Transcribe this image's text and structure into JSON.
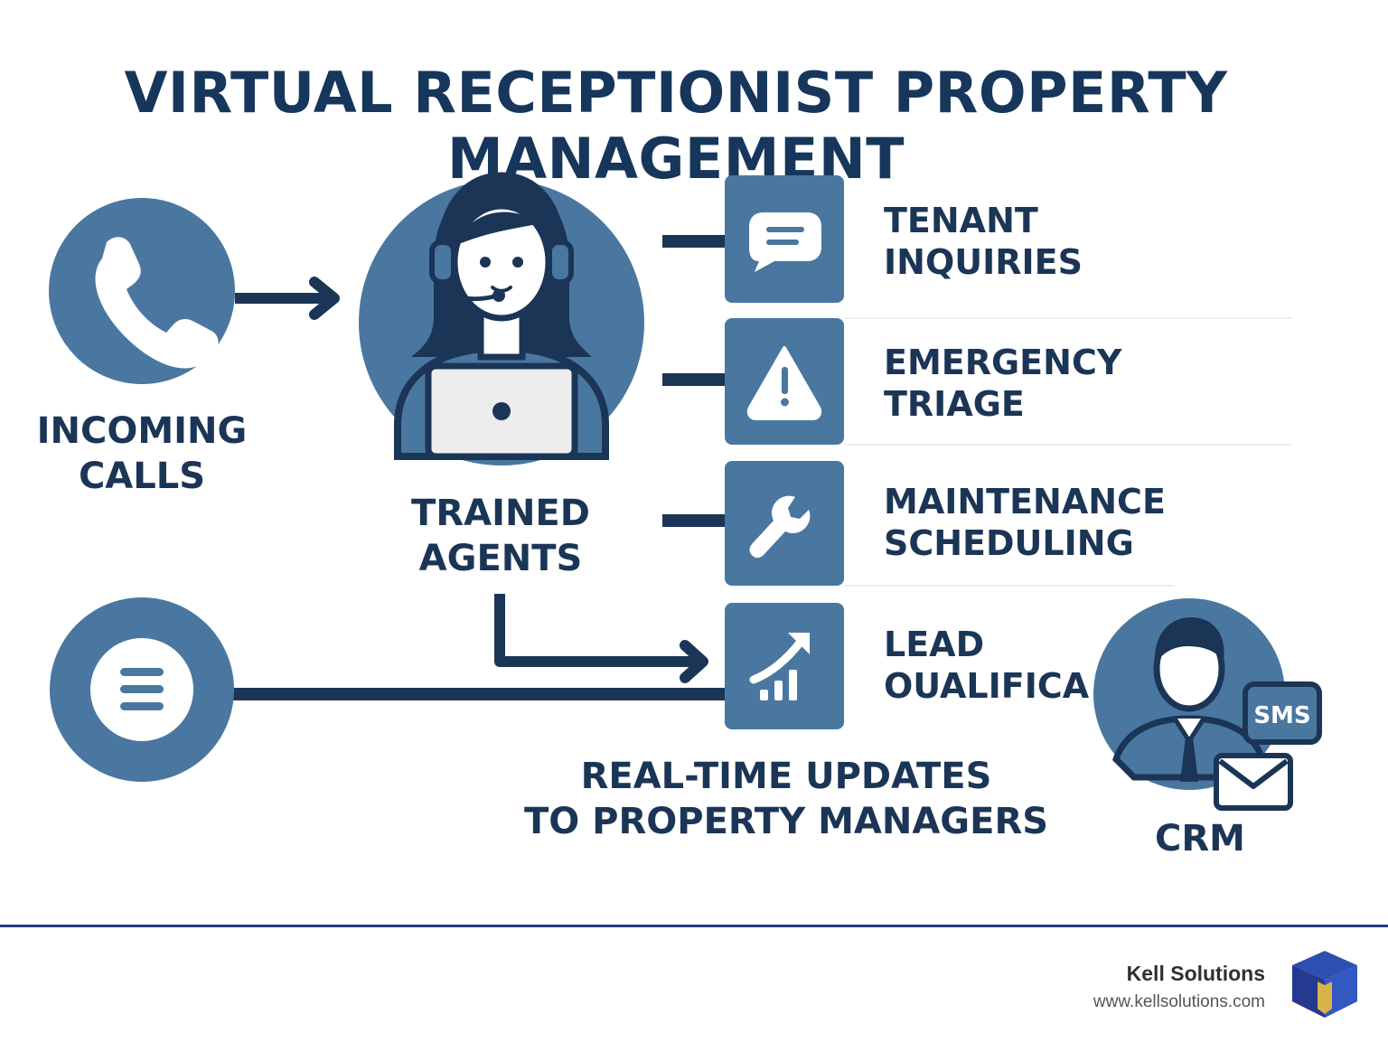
{
  "title": "VIRTUAL RECEPTIONIST PROPERTY MANAGEMENT",
  "colors": {
    "primary": "#4a77a0",
    "dark": "#1b3556",
    "footer_line": "#1f3a8a"
  },
  "nodes": {
    "incoming_calls": {
      "line1": "INCOMING",
      "line2": "CALLS",
      "icon": "phone-icon"
    },
    "trained_agents": {
      "line1": "TRAINED",
      "line2": "AGENTS",
      "icon": "agent-headset-icon"
    },
    "messages": {
      "icon": "message-lines-icon"
    },
    "crm": {
      "label": "CRM",
      "icon": "person-icon",
      "badge": "SMS",
      "mail_icon": "mail-icon"
    }
  },
  "services": [
    {
      "line1": "TENANT",
      "line2": "INQUIRIES",
      "icon": "chat-bubble-icon"
    },
    {
      "line1": "EMERGENCY",
      "line2": "TRIAGE",
      "icon": "warning-icon"
    },
    {
      "line1": "MAINTENANCE",
      "line2": "SCHEDULING",
      "icon": "wrench-icon"
    },
    {
      "line1": "LEAD",
      "line2": "OUALIFICA",
      "icon": "growth-chart-icon"
    }
  ],
  "updates": {
    "line1": "REAL-TIME UPDATES",
    "line2": "TO PROPERTY MANAGERS"
  },
  "brand": {
    "name": "Kell Solutions",
    "url": "www.kellsolutions.com",
    "logo": "cube-logo-icon"
  }
}
